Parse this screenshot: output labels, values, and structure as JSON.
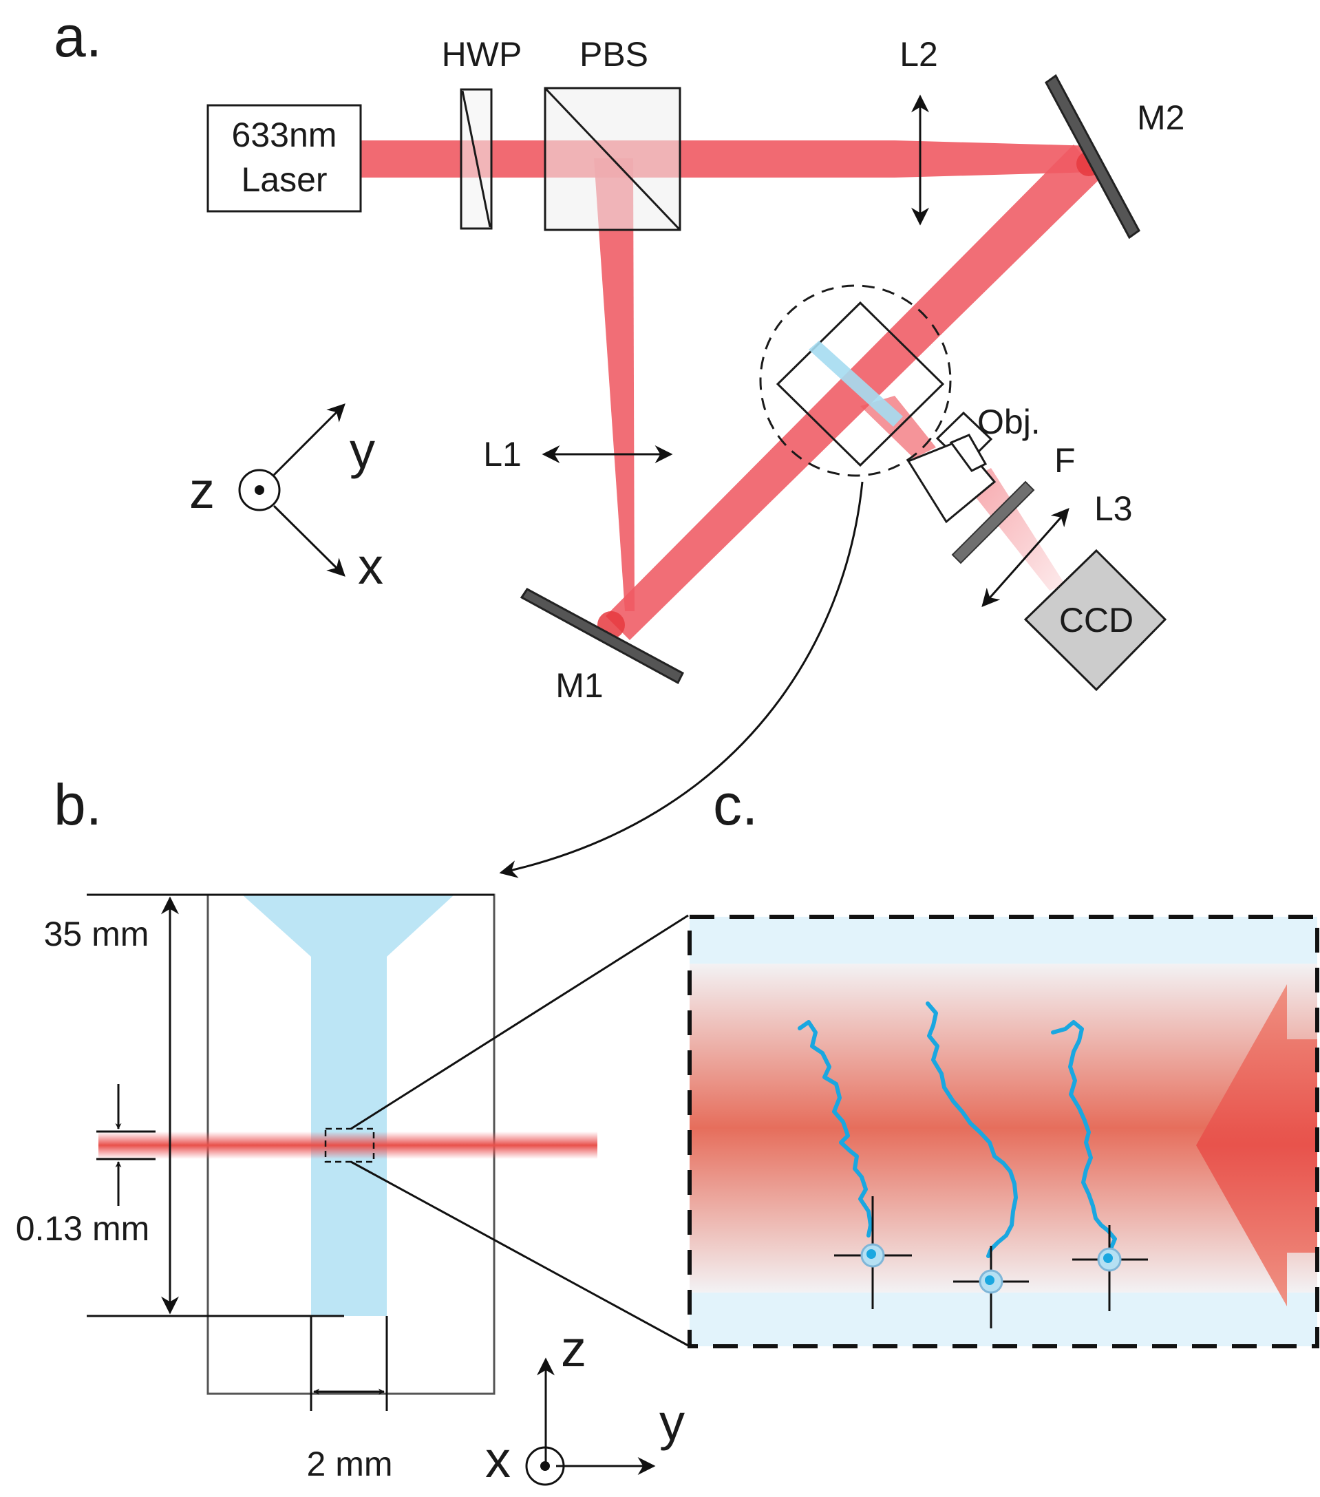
{
  "panels": {
    "a": "a.",
    "b": "b.",
    "c": "c."
  },
  "setup": {
    "laser_line1": "633nm",
    "laser_line2": "Laser",
    "hwp": "HWP",
    "pbs": "PBS",
    "l1": "L1",
    "l2": "L2",
    "l3": "L3",
    "m1": "M1",
    "m2": "M2",
    "objective": "Obj.",
    "filter": "F",
    "ccd": "CCD"
  },
  "axes_a": {
    "y": "y",
    "x": "x",
    "z": "z"
  },
  "chip": {
    "length": "35 mm",
    "beam_waist": "0.13 mm",
    "channel_width": "2 mm"
  },
  "axes_b": {
    "z": "z",
    "y": "y",
    "x": "x"
  },
  "colors": {
    "laser_red": "#ef5a63",
    "sample_blue": "#a5dcf1",
    "particle_track_blue": "#1aa7e0",
    "mirror_gray": "#555555",
    "ccd_gray": "#cccccc"
  }
}
